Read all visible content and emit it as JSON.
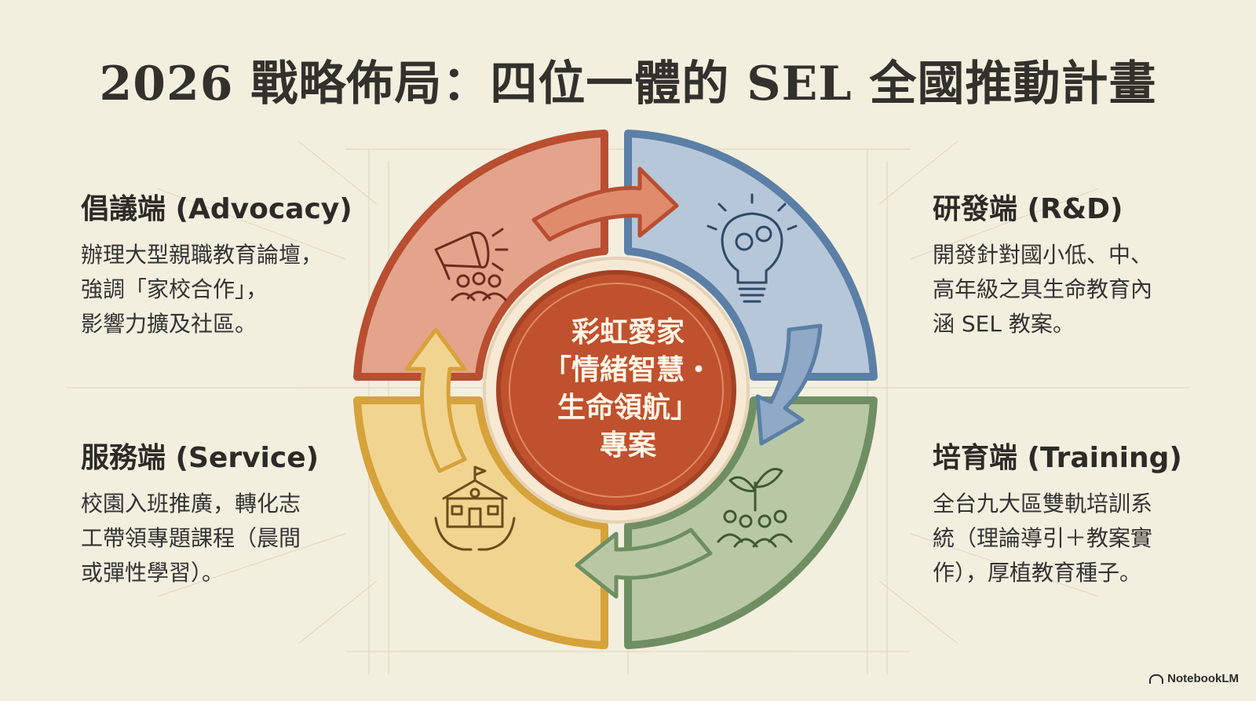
{
  "title": "2026 戰略佈局：四位一體的 SEL 全國推動計畫",
  "center": {
    "lines": [
      "彩虹愛家",
      "「情緒智慧・",
      "生命領航」",
      "專案"
    ]
  },
  "quadrants": {
    "advocacy": {
      "heading": "倡議端 (Advocacy)",
      "lines": [
        "辦理大型親職教育論壇，",
        "強調「家校合作」，",
        "影響力擴及社區。"
      ],
      "color": "#c4583a",
      "icon": "megaphone-icon"
    },
    "rnd": {
      "heading": "研發端 (R&D)",
      "lines": [
        "開發針對國小低、中、",
        "高年級之具生命教育內",
        "涵 SEL 教案。"
      ],
      "color": "#5b7fa6",
      "icon": "lightbulb-gears-icon"
    },
    "service": {
      "heading": "服務端 (Service)",
      "lines": [
        "校園入班推廣，轉化志",
        "工帶領專題課程（晨間",
        "或彈性學習）。"
      ],
      "color": "#e0a93e",
      "icon": "school-hands-icon"
    },
    "training": {
      "heading": "培育端 (Training)",
      "lines": [
        "全台九大區雙軌培訓系",
        "統（理論導引＋教案實",
        "作），厚植教育種子。"
      ],
      "color": "#6f8f63",
      "icon": "sprout-people-icon"
    }
  },
  "brand": "NotebookLM"
}
